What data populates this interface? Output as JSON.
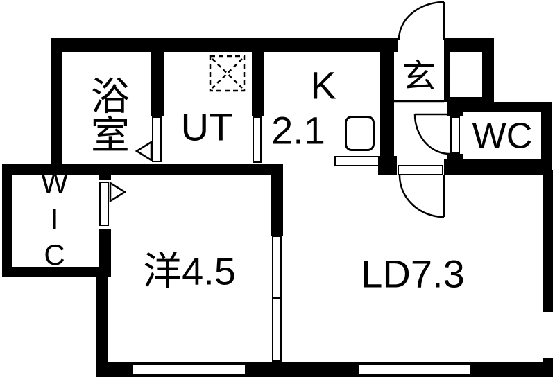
{
  "floor_plan": {
    "colors": {
      "wall": "#000000",
      "floor": "#ffffff",
      "line": "#000000"
    },
    "rooms": {
      "bathroom": {
        "label": "浴室"
      },
      "utility": {
        "label": "UT"
      },
      "kitchen": {
        "label": "K",
        "size": "2.1"
      },
      "entrance": {
        "label": "玄"
      },
      "toilet": {
        "label": "WC"
      },
      "walk_in_closet": {
        "label": "WIC"
      },
      "western_room": {
        "label": "洋4.5"
      },
      "living_dining": {
        "label": "LD7.3"
      }
    },
    "features": {
      "washing_machine_area": "dashed-square-with-x",
      "kitchen_sink": "rounded-rectangle",
      "kitchen_counter": "rectangle",
      "sliding_door_panels": 2,
      "hinged_door_arcs": 3,
      "folding_door_markers": 2,
      "windows": 3
    }
  }
}
